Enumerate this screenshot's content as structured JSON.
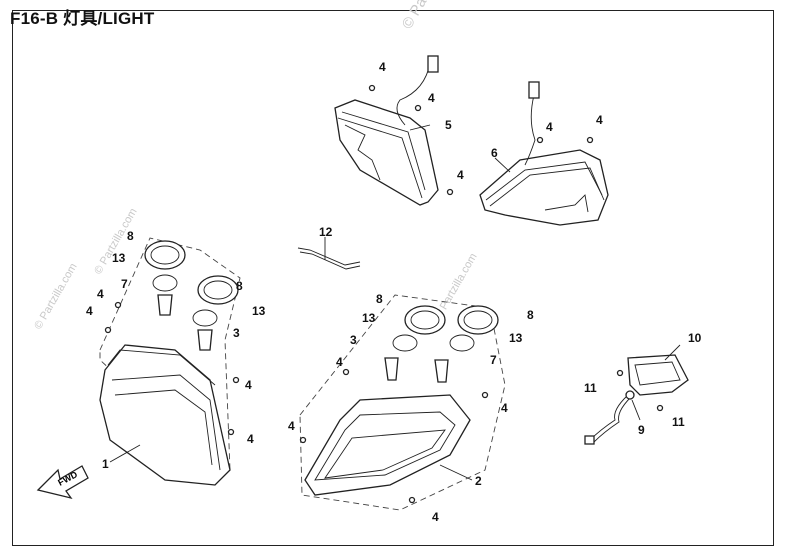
{
  "title": "F16-B  灯具/LIGHT",
  "watermarks": [
    "© Partzilla.com",
    "© Partzilla.com",
    "© Partzilla.com",
    "© Partzilla.com"
  ],
  "fwd_label": "FWD",
  "callouts": {
    "p1": "1",
    "p2": "2",
    "p3a": "3",
    "p3b": "3",
    "p4a": "4",
    "p4b": "4",
    "p4c": "4",
    "p4d": "4",
    "p4e": "4",
    "p4f": "4",
    "p4g": "4",
    "p4h": "4",
    "p4i": "4",
    "p4j": "4",
    "p4k": "4",
    "p4l": "4",
    "p4m": "4",
    "p5": "5",
    "p6": "6",
    "p7a": "7",
    "p7b": "7",
    "p8a": "8",
    "p8b": "8",
    "p8c": "8",
    "p8d": "8",
    "p9": "9",
    "p10": "10",
    "p11a": "11",
    "p11b": "11",
    "p12": "12",
    "p13a": "13",
    "p13b": "13",
    "p13c": "13",
    "p13d": "13"
  },
  "colors": {
    "line": "#222222",
    "background": "#ffffff",
    "watermark": "#c9c9c9"
  }
}
